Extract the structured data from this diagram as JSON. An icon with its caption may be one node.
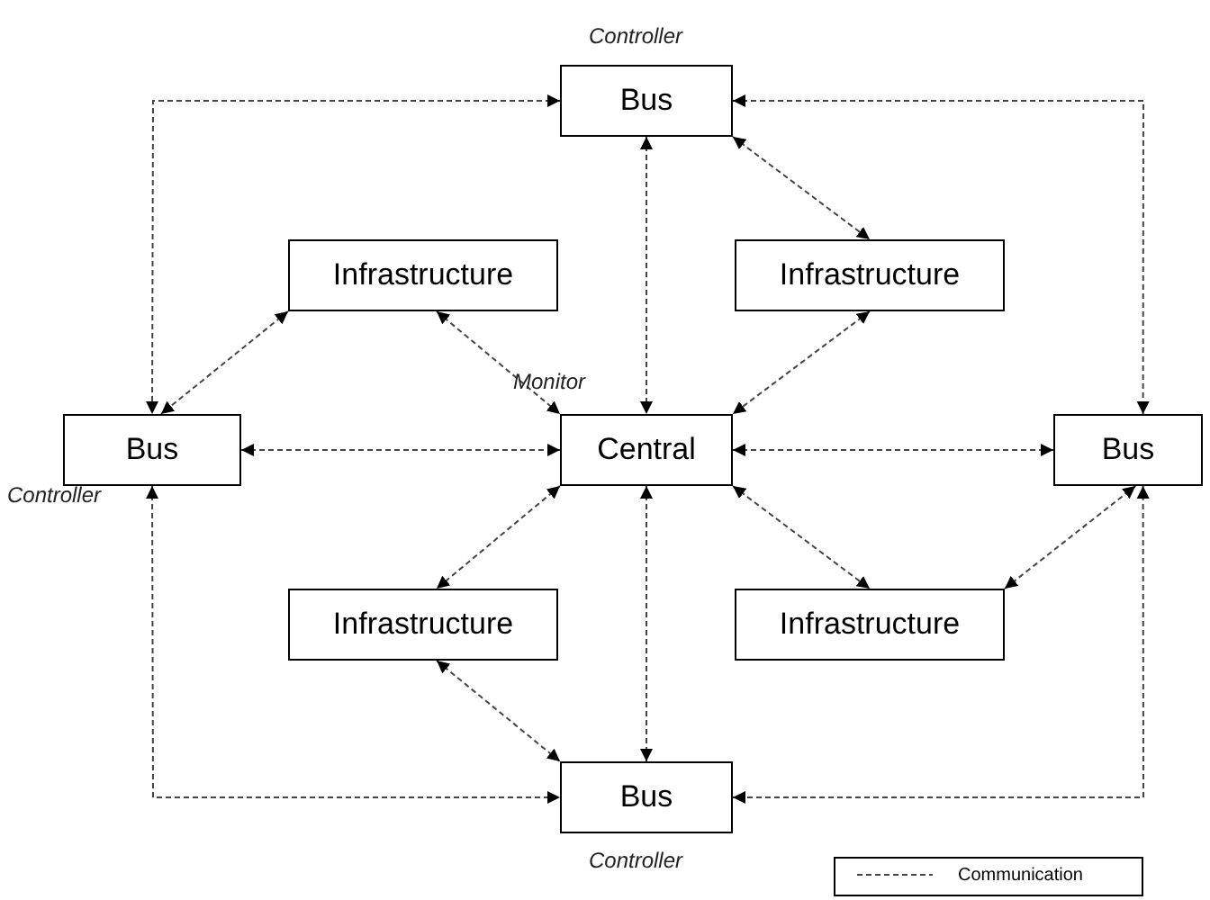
{
  "diagram": {
    "nodes": [
      {
        "text": [
          "Bus"
        ],
        "beside": [
          "Controller"
        ]
      },
      {
        "text": [
          "Infrastructure"
        ]
      },
      {
        "text": [
          "Infrastructure"
        ]
      },
      {
        "text": [
          "Bus"
        ],
        "beside": [
          "Controller"
        ]
      },
      {
        "text": [
          "Central"
        ],
        "beside": [
          "Monitor"
        ]
      },
      {
        "text": [
          "Bus"
        ]
      },
      {
        "text": [
          "Infrastructure"
        ]
      },
      {
        "text": [
          "Infrastructure"
        ]
      },
      {
        "text": [
          "Bus"
        ],
        "beside": [
          "Controller"
        ]
      }
    ],
    "edges": [
      {
        "from": 0,
        "to": 3,
        "arrow": "both",
        "style": "dashed"
      },
      {
        "from": 0,
        "to": 5,
        "arrow": "both",
        "style": "dashed"
      },
      {
        "from": 0,
        "to": 2,
        "arrow": "both",
        "style": "dashed"
      },
      {
        "from": 0,
        "to": 4,
        "arrow": "both",
        "style": "dashed"
      },
      {
        "from": 1,
        "to": 3,
        "arrow": "both",
        "style": "dashed"
      },
      {
        "from": 1,
        "to": 4,
        "arrow": "both",
        "style": "dashed"
      },
      {
        "from": 2,
        "to": 4,
        "arrow": "both",
        "style": "dashed"
      },
      {
        "from": 3,
        "to": 4,
        "arrow": "both",
        "style": "dashed"
      },
      {
        "from": 4,
        "to": 5,
        "arrow": "both",
        "style": "dashed"
      },
      {
        "from": 4,
        "to": 6,
        "arrow": "both",
        "style": "dashed"
      },
      {
        "from": 4,
        "to": 7,
        "arrow": "both",
        "style": "dashed"
      },
      {
        "from": 7,
        "to": 5,
        "arrow": "both",
        "style": "dashed"
      },
      {
        "from": 3,
        "to": 8,
        "arrow": "both",
        "style": "dashed"
      },
      {
        "from": 5,
        "to": 8,
        "arrow": "both",
        "style": "dashed"
      },
      {
        "from": 6,
        "to": 8,
        "arrow": "both",
        "style": "dashed"
      },
      {
        "from": 4,
        "to": 8,
        "arrow": "both",
        "style": "dashed"
      }
    ],
    "legend": [
      {
        "text": "Communication"
      }
    ]
  }
}
